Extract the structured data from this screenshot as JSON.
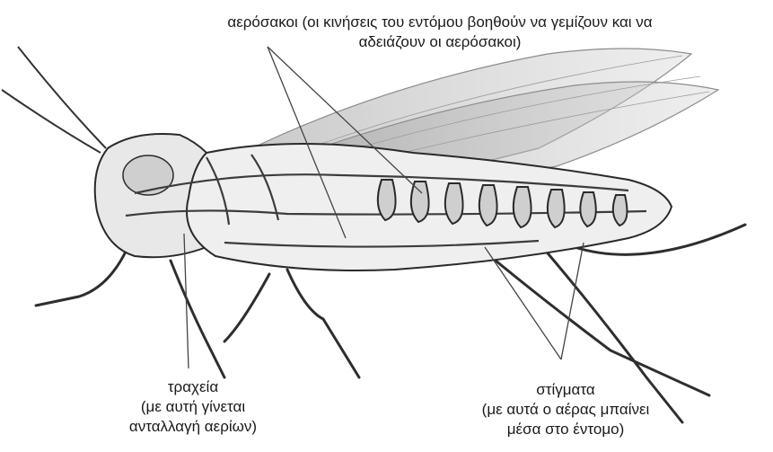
{
  "labels": {
    "air_sacs": {
      "line1": "αερόσακοι (οι κινήσεις του εντόμου βοηθούν να γεμίζουν και  να",
      "line2": "αδειάζουν οι  αερόσακοι)"
    },
    "trachea": {
      "line1": "τραχεία",
      "line2": "(με αυτή γίνεται",
      "line3": "ανταλλαγή αερίων)"
    },
    "spiracles": {
      "line1": "στίγματα",
      "line2": "(με αυτά ο αέρας μπαίνει",
      "line3": "μέσα στο έντομο)"
    }
  },
  "colors": {
    "ink": "#1a1a1a",
    "wing": "#8c8c8c",
    "tracheal_tubes": "#3c3c3c",
    "leader_lines": "#444444"
  }
}
